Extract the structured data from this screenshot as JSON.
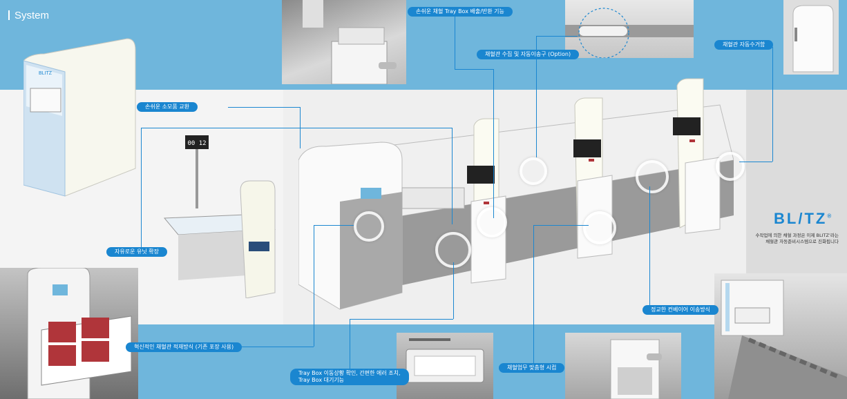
{
  "section_title": "System",
  "brand": {
    "logo_text": "BL/TZ",
    "trademark": "®",
    "desc_line1": "수작업에 의한 채혈 과정은 이제 BLITZ’라는",
    "desc_line2": "채혈관 자동준비시스템으로 진화됩니다"
  },
  "timer_display": "00 12",
  "callouts": {
    "easy_consumables": "손쉬운 소모품 교환",
    "flexible_expansion": "자유로운 유닛 확장",
    "innovative_loading": "혁신적인 채혈관 적재방식 (기존 포장 사용)",
    "tray_monitor_line1": "Tray Box 이동상황 확인, 간편한 에러 조치,",
    "tray_monitor_line2": "Tray Box 대기기능",
    "tray_box_eject": "손쉬운 채혈 Tray Box 배출/반환 기능",
    "tube_collect": "채혈관 수집 및 자동이송구 (Option)",
    "auto_collector": "채혈관 자동수거함",
    "conveyor": "정교한 컨베이어 이송방식",
    "custom_station": "채혈업무 맞춤형 시컴"
  },
  "colors": {
    "accent": "#1a86d0",
    "band": "#6fb6dc"
  }
}
